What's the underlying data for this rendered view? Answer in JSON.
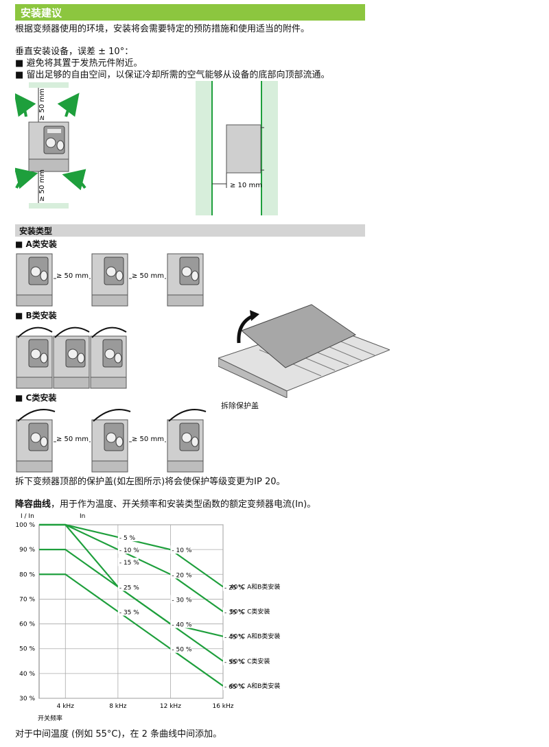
{
  "section_title": "安装建议",
  "intro": "根据变频器使用的环境，安装将会需要特定的预防措施和使用适当的附件。",
  "vertical_note": "垂直安装设备，误差 ± 10°：",
  "bullets": [
    "避免将其置于发热元件附近。",
    "留出足够的自由空间，以保证冷却所需的空气能够从设备的底部向顶部流通。"
  ],
  "bullet_glyph": "■",
  "clearance_top": "≥ 50 mm",
  "clearance_bottom": "≥ 50 mm",
  "clearance_side": "≥ 10 mm",
  "mounting_section": "安装类型",
  "type_a": "A类安装",
  "type_b": "B类安装",
  "type_c": "C类安装",
  "spacing_label": "≥ 50 mm",
  "remove_cover_caption": "拆除保护盖",
  "cover_note": "拆下变频器顶部的保护盖(如左图所示)将会使保护等级变更为IP 20。",
  "derating_bold": "降容曲线",
  "derating_rest": "，用于作为温度、开关频率和安装类型函数的额定变频器电流(In)。",
  "footer": "对于中间温度 (例如 55°C)，在 2 条曲线中间添加。",
  "colors": {
    "green": "#8cc63f",
    "curve": "#1e9f3c",
    "panel": "#d7eedb",
    "device": "#cfcfcf"
  },
  "chart_data": {
    "type": "line",
    "ylabel": "I / In",
    "ylabel_top": "In",
    "xlabel": "开关频率",
    "x_ticks": [
      "4 kHz",
      "8 kHz",
      "12 kHz",
      "16 kHz"
    ],
    "x_values": [
      2,
      4,
      8,
      12,
      16
    ],
    "y_ticks": [
      "30 %",
      "40 %",
      "50 %",
      "60 %",
      "70 %",
      "80 %",
      "90 %",
      "100 %"
    ],
    "ylim": [
      30,
      100
    ],
    "xlim": [
      2,
      16
    ],
    "series": [
      {
        "name": "40°C A和B类安装",
        "x": [
          2,
          4,
          8,
          12,
          16
        ],
        "y": [
          100,
          100,
          95,
          90,
          75
        ]
      },
      {
        "name": "50°C C类安装",
        "x": [
          2,
          4,
          8,
          12,
          16
        ],
        "y": [
          100,
          100,
          90,
          80,
          65
        ]
      },
      {
        "name": "50°C A和B类安装",
        "x": [
          2,
          4,
          8,
          12,
          16
        ],
        "y": [
          90,
          90,
          75,
          60,
          55
        ]
      },
      {
        "name": "60°C C类安装",
        "x": [
          2,
          4,
          8,
          12,
          16
        ],
        "y": [
          100,
          100,
          75,
          60,
          45
        ]
      },
      {
        "name": "60°C A和B类安装",
        "x": [
          2,
          4,
          8,
          12,
          16
        ],
        "y": [
          80,
          80,
          65,
          50,
          35
        ]
      }
    ],
    "annotations": [
      {
        "text": "- 5 %",
        "x": 8,
        "y": 95
      },
      {
        "text": "- 10 %",
        "x": 8,
        "y": 90
      },
      {
        "text": "- 10 %",
        "x": 12,
        "y": 90
      },
      {
        "text": "- 15 %",
        "x": 8,
        "y": 85
      },
      {
        "text": "- 20 %",
        "x": 12,
        "y": 80
      },
      {
        "text": "- 25 %",
        "x": 8,
        "y": 75
      },
      {
        "text": "- 25 %",
        "x": 16,
        "y": 75
      },
      {
        "text": "- 30 %",
        "x": 12,
        "y": 70
      },
      {
        "text": "- 35 %",
        "x": 8,
        "y": 65
      },
      {
        "text": "- 35 %",
        "x": 16,
        "y": 65
      },
      {
        "text": "- 40 %",
        "x": 12,
        "y": 60
      },
      {
        "text": "- 45 %",
        "x": 16,
        "y": 55
      },
      {
        "text": "- 50 %",
        "x": 12,
        "y": 50
      },
      {
        "text": "- 55 %",
        "x": 16,
        "y": 45
      },
      {
        "text": "- 65 %",
        "x": 16,
        "y": 35
      }
    ]
  }
}
